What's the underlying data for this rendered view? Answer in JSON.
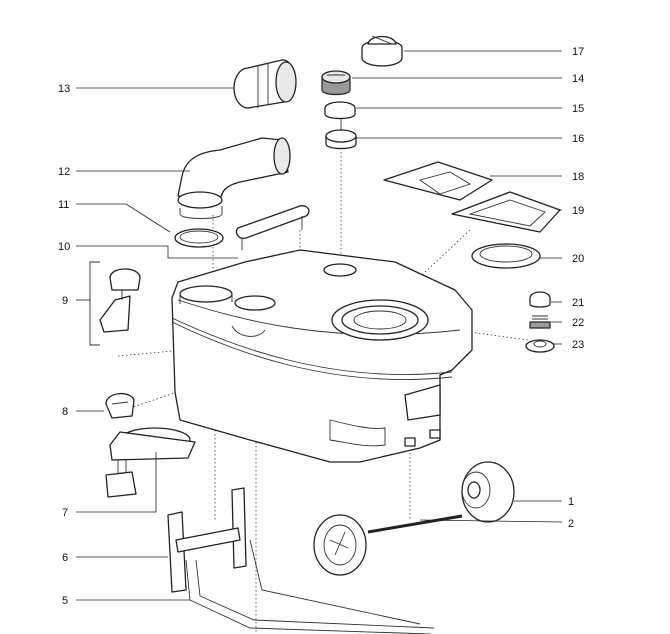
{
  "callouts": {
    "c1": "1",
    "c2": "2",
    "c5": "5",
    "c6": "6",
    "c7": "7",
    "c8": "8",
    "c9": "9",
    "c10": "10",
    "c11": "11",
    "c12": "12",
    "c13": "13",
    "c14": "14",
    "c15": "15",
    "c16": "16",
    "c17": "17",
    "c18": "18",
    "c19": "19",
    "c20": "20",
    "c21": "21",
    "c22": "22",
    "c23": "23"
  }
}
